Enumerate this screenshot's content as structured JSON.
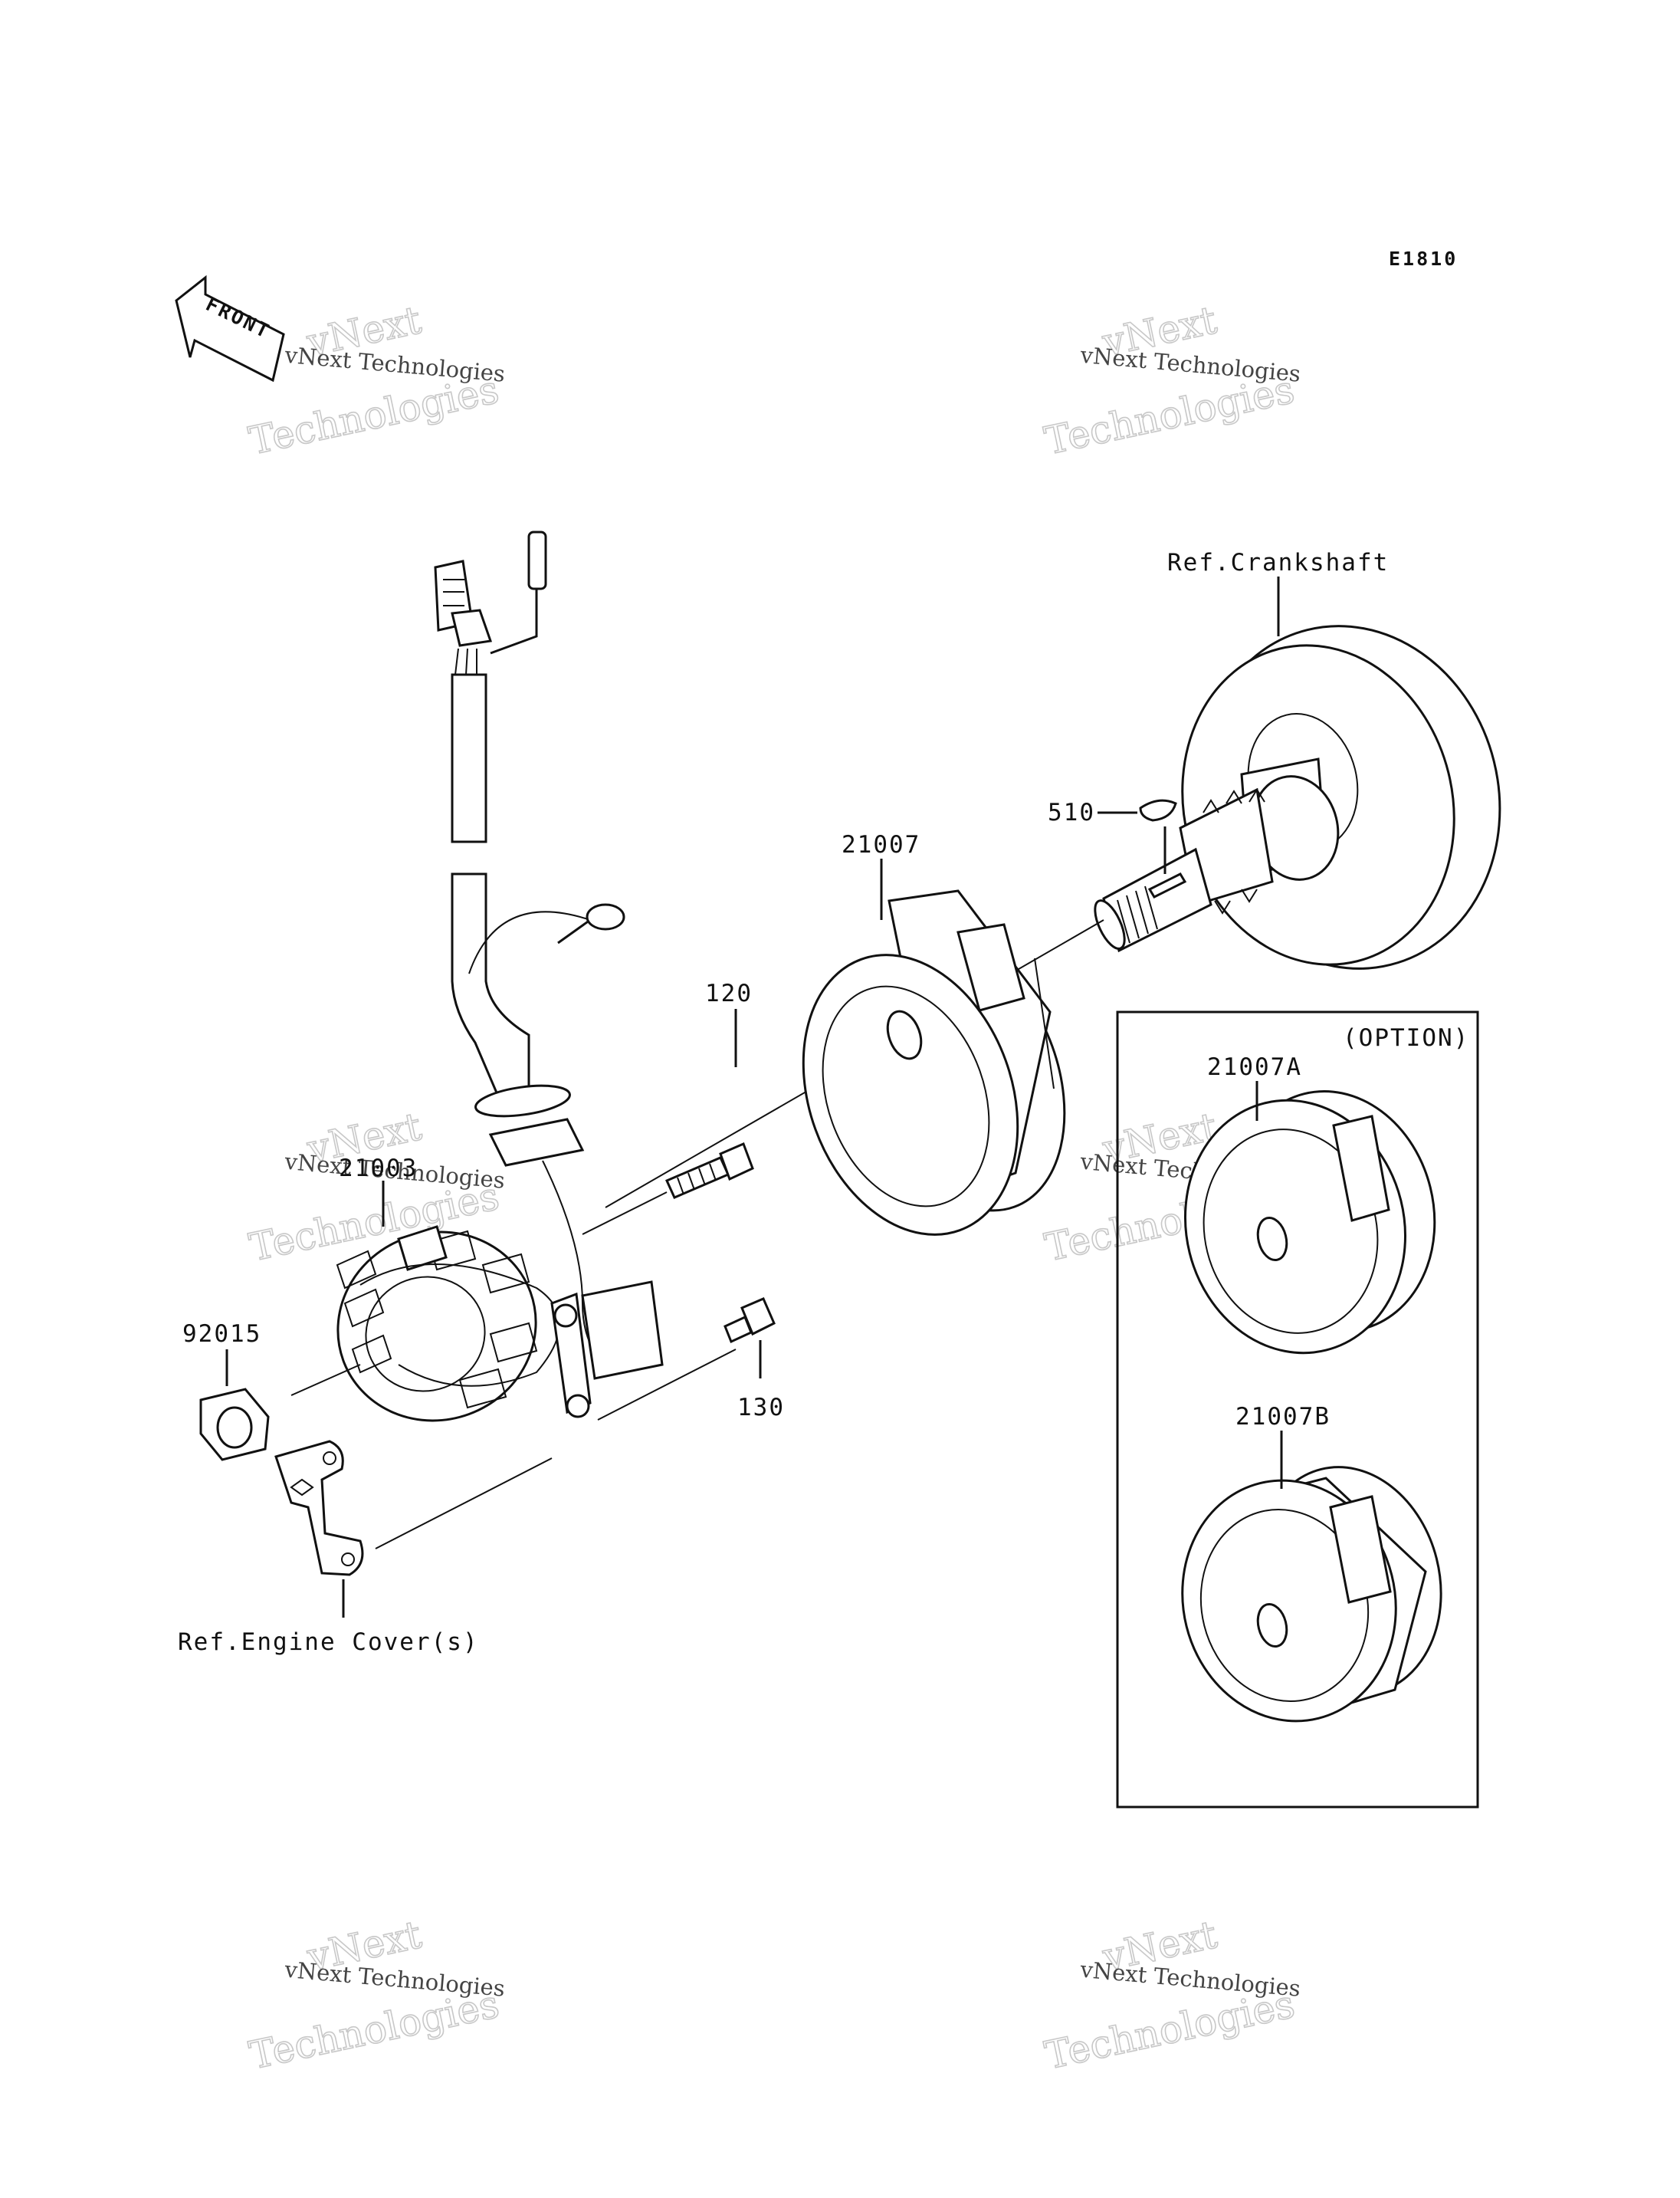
{
  "diagram_code": "E1810",
  "front_arrow_label": "FRONT",
  "option_label": "(OPTION)",
  "watermark": {
    "line1": "vNext Technologies",
    "line2a": "vNext",
    "line2b": "Technologies"
  },
  "callouts": {
    "ref_crankshaft": "Ref.Crankshaft",
    "key_510": "510",
    "rotor_21007": "21007",
    "bolt_120": "120",
    "stator_21003": "21003",
    "nut_92015": "92015",
    "bolt_130": "130",
    "ref_engine_cover": "Ref.Engine Cover(s)",
    "rotor_21007a": "21007A",
    "rotor_21007b": "21007B"
  }
}
